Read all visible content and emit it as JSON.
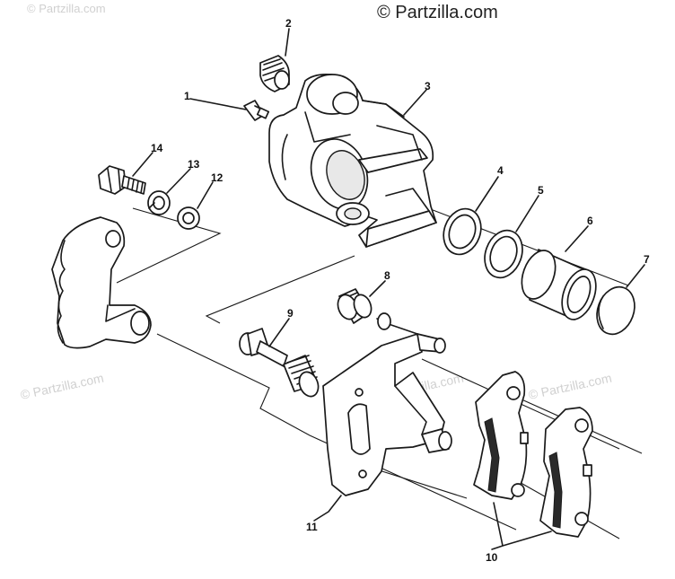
{
  "watermarks": {
    "top_left": "© Partzilla.com",
    "top_right": "© Partzilla.com",
    "mid_left": "© Partzilla.com",
    "center": "© Partzilla.com",
    "right": "© Partzilla.com"
  },
  "callouts": {
    "c1": "1",
    "c2": "2",
    "c3": "3",
    "c4": "4",
    "c5": "5",
    "c6": "6",
    "c7": "7",
    "c8": "8",
    "c9": "9",
    "c10": "10",
    "c11": "11",
    "c12": "12",
    "c13": "13",
    "c14": "14"
  }
}
